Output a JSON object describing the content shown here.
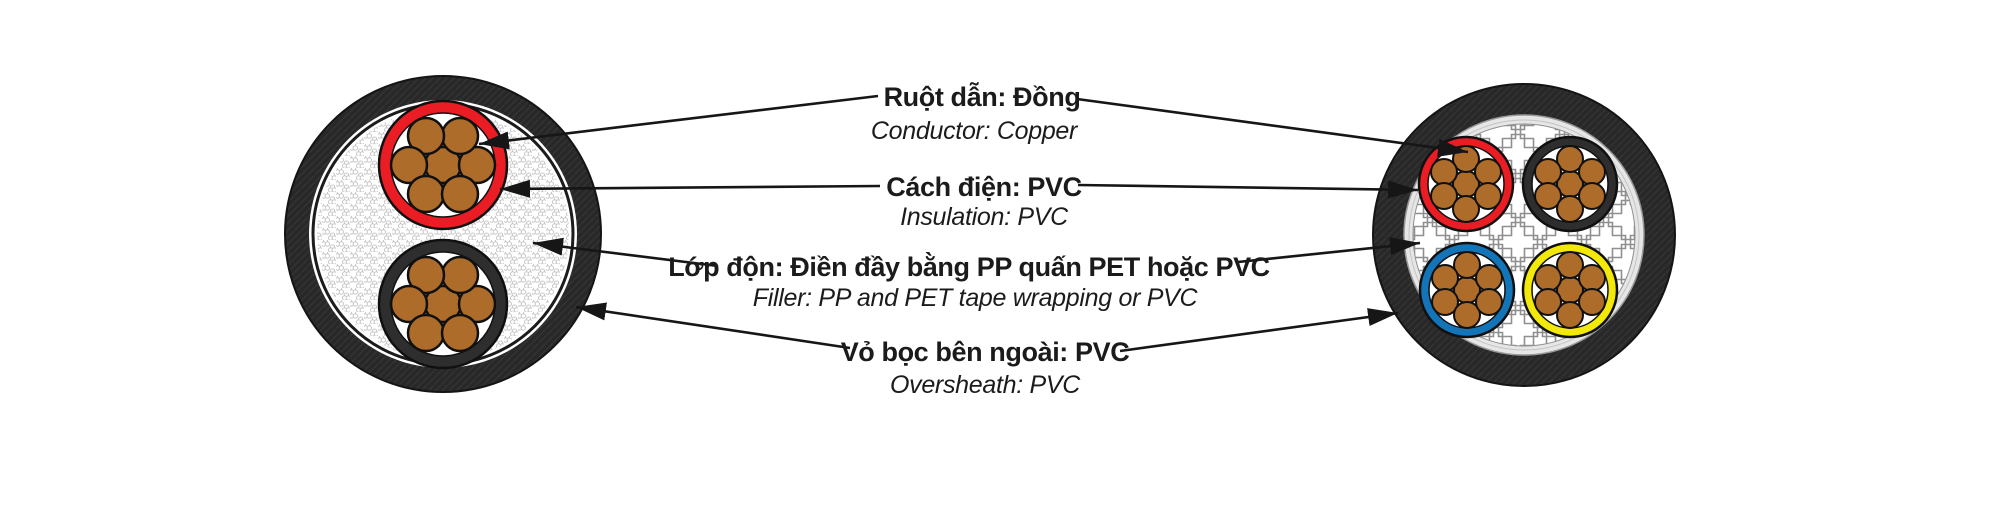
{
  "labels": {
    "conductor": {
      "vi": "Ruột dẫn: Đồng",
      "en": "Conductor: Copper"
    },
    "insulation": {
      "vi": "Cách điện: PVC",
      "en": "Insulation: PVC"
    },
    "filler": {
      "vi": "Lớp độn: Điền đầy bằng PP quấn PET hoặc PVC",
      "en": "Filler: PP and PET tape wrapping or PVC"
    },
    "oversheath": {
      "vi": "Vỏ bọc bên ngoài: PVC",
      "en": "Oversheath: PVC"
    }
  },
  "colors": {
    "sheath": "#282828",
    "insulation_red": "#ea1c24",
    "insulation_black": "#2e2e2e",
    "insulation_blue": "#1474b8",
    "insulation_yellow": "#f2e90b",
    "copper": "#ad6c2a",
    "core_inner_white": "#ffffff",
    "tape_ring": "#e6e6e6",
    "filler_texture_line": "#c6c6c6",
    "puzzle_texture_line": "#8f8f8f",
    "leader_line": "#161616"
  },
  "cables": {
    "left": {
      "description": "2-core cable cross-section",
      "cores": [
        "red",
        "black"
      ],
      "strands_per_core": 7
    },
    "right": {
      "description": "4-core cable cross-section",
      "cores": [
        "red",
        "black",
        "blue",
        "yellow"
      ],
      "strands_per_core": 7
    }
  }
}
